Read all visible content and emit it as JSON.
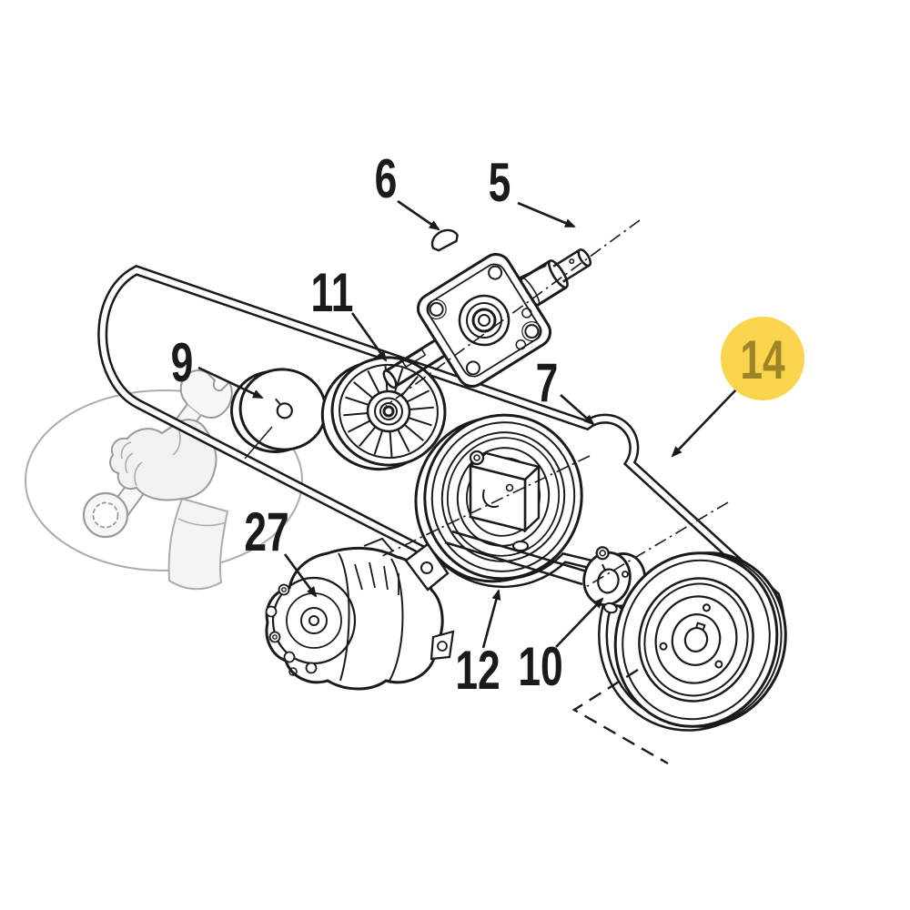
{
  "diagram": {
    "kind": "exploded-parts-diagram",
    "background": "#FFFFFF",
    "line_color": "#1A1A1A",
    "watermark_icon": "hand-holding-wrench-in-ellipse",
    "watermark_color": "#ABABAB",
    "highlight": {
      "shape": "circle",
      "fill": "#F9D44C",
      "text_color": "#9E8427",
      "highlighted_label": "14"
    }
  },
  "labels": [
    {
      "number": "6"
    },
    {
      "number": "5"
    },
    {
      "number": "11"
    },
    {
      "number": "9"
    },
    {
      "number": "7"
    },
    {
      "number": "27"
    },
    {
      "number": "12"
    },
    {
      "number": "10"
    },
    {
      "number": "14"
    }
  ]
}
